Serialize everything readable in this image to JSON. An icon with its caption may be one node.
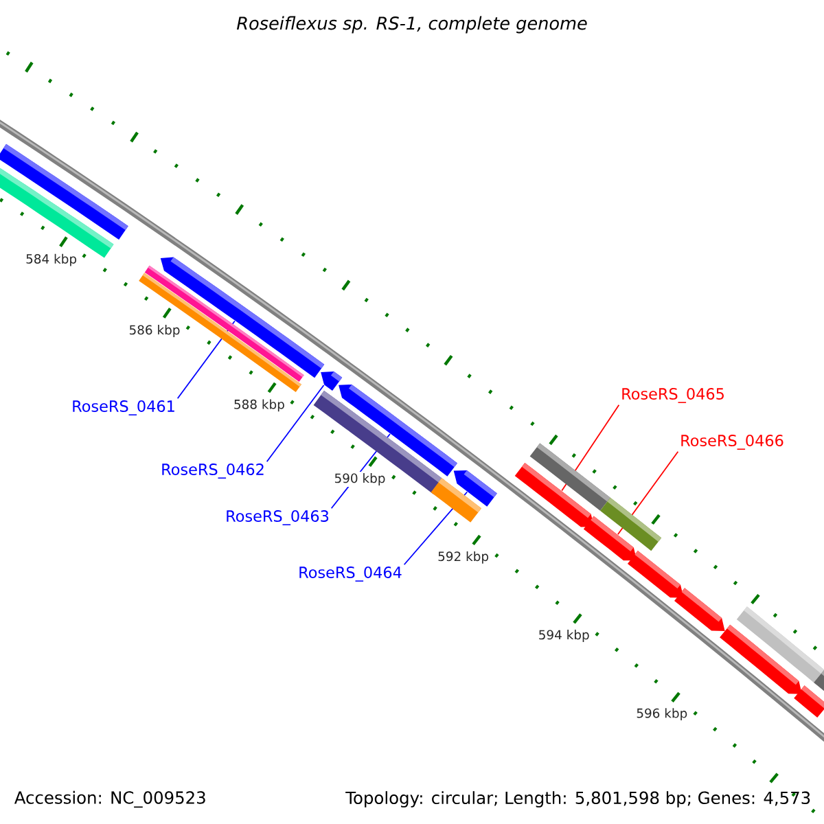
{
  "diagram": {
    "title": "Roseiflexus sp. RS-1, complete genome",
    "nodes": [
      {
        "text": [
          "RoseRS_0461"
        ]
      },
      {
        "text": [
          "RoseRS_0462"
        ]
      },
      {
        "text": [
          "RoseRS_0463"
        ]
      },
      {
        "text": [
          "RoseRS_0464"
        ]
      },
      {
        "text": [
          "RoseRS_0465"
        ]
      },
      {
        "text": [
          "RoseRS_0466"
        ]
      },
      {
        "text": [],
        "shape": "bar"
      },
      {
        "text": [],
        "shape": "bar"
      },
      {
        "text": [],
        "shape": "bar"
      },
      {
        "text": [],
        "shape": "bar"
      },
      {
        "text": [],
        "shape": "bar"
      },
      {
        "text": [],
        "shape": "bar"
      },
      {
        "text": [],
        "shape": "bar"
      },
      {
        "text": [],
        "shape": "bar"
      },
      {
        "text": [],
        "shape": "bar"
      },
      {
        "text": [],
        "shape": "bar"
      },
      {
        "text": [],
        "shape": "bar"
      }
    ],
    "edges": [
      {
        "from": 0,
        "to": 7,
        "arrow": "none"
      },
      {
        "from": 1,
        "to": 8,
        "arrow": "none"
      },
      {
        "from": 2,
        "to": 9,
        "arrow": "none"
      },
      {
        "from": 3,
        "to": 10,
        "arrow": "none"
      },
      {
        "from": 4,
        "to": 11,
        "arrow": "none",
        "color": "#ff0000"
      },
      {
        "from": 5,
        "to": 12,
        "arrow": "none",
        "color": "#ff0000"
      }
    ],
    "labels": [
      "584 kbp",
      "586 kbp",
      "588 kbp",
      "590 kbp",
      "592 kbp",
      "594 kbp",
      "596 kbp",
      "Accession: NC_009523",
      "Topology: circular; Length: 5,801,598 bp; Genes: 4,573"
    ]
  }
}
